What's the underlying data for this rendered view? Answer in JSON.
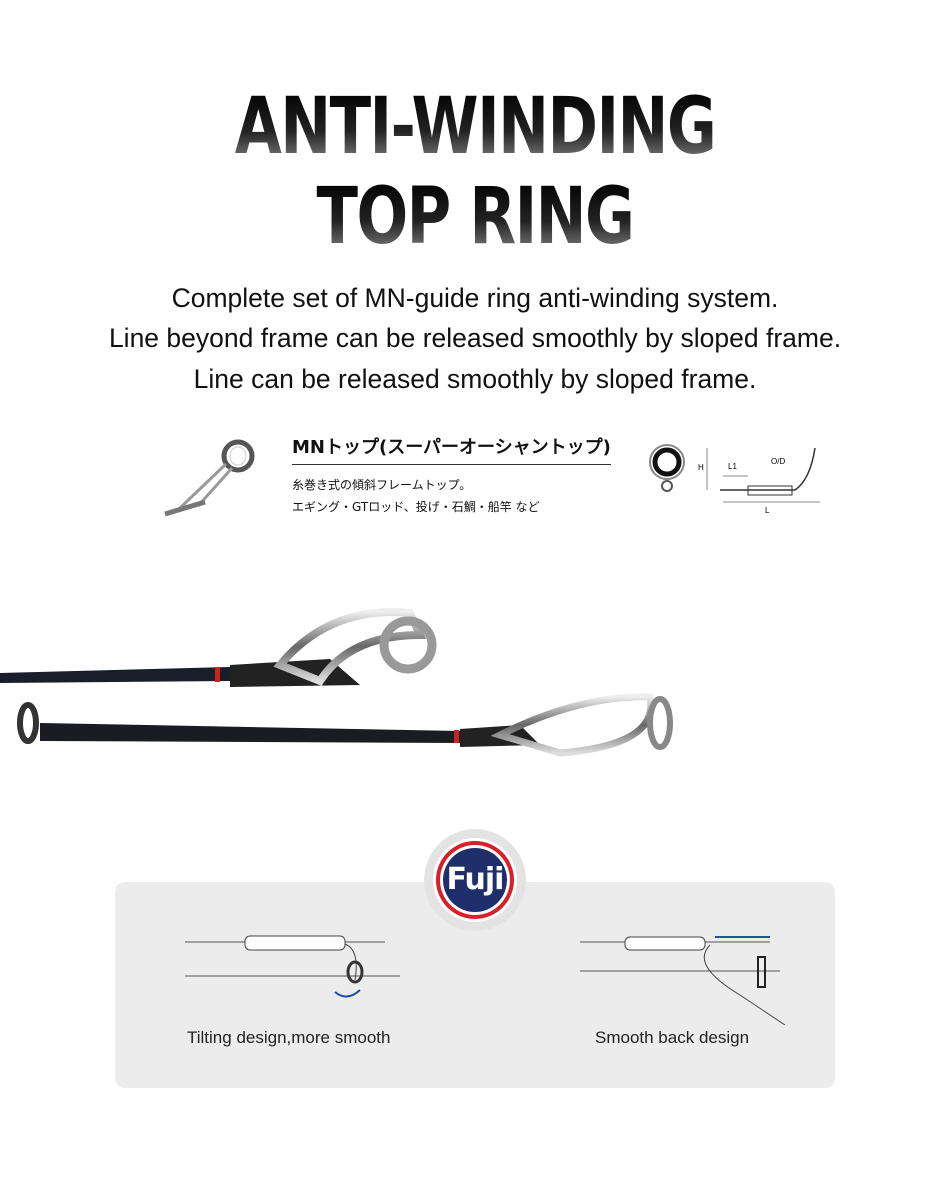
{
  "title": {
    "line1": "ANTI-WINDING",
    "line2": "TOP RING"
  },
  "description": [
    "Complete set of MN-guide ring anti-winding system.",
    "Line beyond frame can be released smoothly by sloped frame.",
    "Line can be released smoothly by sloped frame."
  ],
  "spec": {
    "name": "MNトップ(スーパーオーシャントップ)",
    "line1": "糸巻き式の傾斜フレームトップ。",
    "line2": "エギング・GTロッド、投げ・石鯛・船竿 など",
    "diagram_labels": {
      "h": "H",
      "l1": "L1",
      "od": "O/D",
      "l": "L"
    }
  },
  "badge": {
    "logo_text": "Fuji",
    "colors": {
      "ring": "#d8202a",
      "fill": "#1f2f6b"
    }
  },
  "features": [
    {
      "caption": "Tilting design,more smooth"
    },
    {
      "caption": "Smooth back design"
    }
  ]
}
